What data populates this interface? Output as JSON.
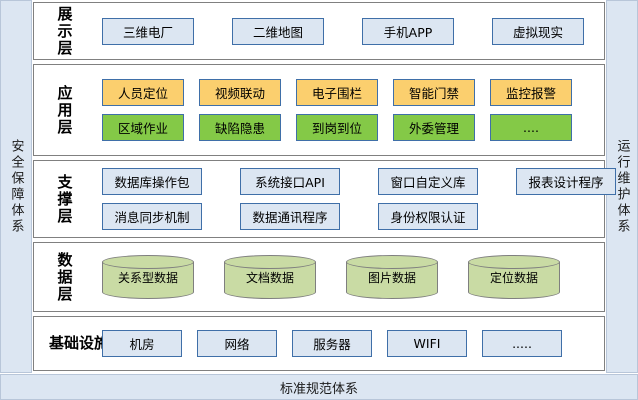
{
  "diagram": {
    "left_band": {
      "label": "安全保障体系"
    },
    "right_band": {
      "label": "运行维护体系"
    },
    "bottom_bar": {
      "label": "标准规范体系"
    },
    "colors": {
      "panel_border": "#808080",
      "node_border": "#3f6fa8",
      "blue_fill": "#dce6f2",
      "orange_fill": "#fbcf6e",
      "green_fill": "#84c947",
      "cylinder_fill": "#c9dba4",
      "band_fill": "#dce6f2"
    },
    "layers": [
      {
        "name": "presentation-layer",
        "label": "展示层",
        "rows": [
          {
            "nodes": [
              {
                "text": "三维电厂",
                "style": "blue",
                "width": 92
              },
              {
                "text": "二维地图",
                "style": "blue",
                "width": 92
              },
              {
                "text": "手机APP",
                "style": "blue",
                "width": 92
              },
              {
                "text": "虚拟现实",
                "style": "blue",
                "width": 92
              }
            ]
          }
        ]
      },
      {
        "name": "application-layer",
        "label": "应用层",
        "rows": [
          {
            "nodes": [
              {
                "text": "人员定位",
                "style": "orange",
                "width": 82
              },
              {
                "text": "视频联动",
                "style": "orange",
                "width": 82
              },
              {
                "text": "电子围栏",
                "style": "orange",
                "width": 82
              },
              {
                "text": "智能门禁",
                "style": "orange",
                "width": 82
              },
              {
                "text": "监控报警",
                "style": "orange",
                "width": 82
              }
            ]
          },
          {
            "nodes": [
              {
                "text": "区域作业",
                "style": "green",
                "width": 82
              },
              {
                "text": "缺陷隐患",
                "style": "green",
                "width": 82
              },
              {
                "text": "到岗到位",
                "style": "green",
                "width": 82
              },
              {
                "text": "外委管理",
                "style": "green",
                "width": 82
              },
              {
                "text": "....",
                "style": "green",
                "width": 82
              }
            ]
          }
        ]
      },
      {
        "name": "support-layer",
        "label": "支撑层",
        "rows": [
          {
            "nodes": [
              {
                "text": "数据库操作包",
                "style": "blue",
                "width": 100
              },
              {
                "text": "系统接口API",
                "style": "blue",
                "width": 100
              },
              {
                "text": "窗口自定义库",
                "style": "blue",
                "width": 100
              },
              {
                "text": "报表设计程序",
                "style": "blue",
                "width": 100
              }
            ]
          },
          {
            "nodes": [
              {
                "text": "消息同步机制",
                "style": "blue",
                "width": 100
              },
              {
                "text": "数据通讯程序",
                "style": "blue",
                "width": 100
              },
              {
                "text": "身份权限认证",
                "style": "blue",
                "width": 100
              }
            ]
          }
        ]
      },
      {
        "name": "data-layer",
        "label": "数据层",
        "rows": [
          {
            "cylinders": [
              {
                "text": "关系型数据"
              },
              {
                "text": "文档数据"
              },
              {
                "text": "图片数据"
              },
              {
                "text": "定位数据"
              }
            ]
          }
        ]
      },
      {
        "name": "infrastructure-layer",
        "label": "基础设施",
        "rows": [
          {
            "nodes": [
              {
                "text": "机房",
                "style": "blue",
                "width": 80
              },
              {
                "text": "网络",
                "style": "blue",
                "width": 80
              },
              {
                "text": "服务器",
                "style": "blue",
                "width": 80
              },
              {
                "text": "WIFI",
                "style": "blue",
                "width": 80
              },
              {
                "text": ".....",
                "style": "blue",
                "width": 80
              }
            ]
          }
        ]
      }
    ]
  }
}
